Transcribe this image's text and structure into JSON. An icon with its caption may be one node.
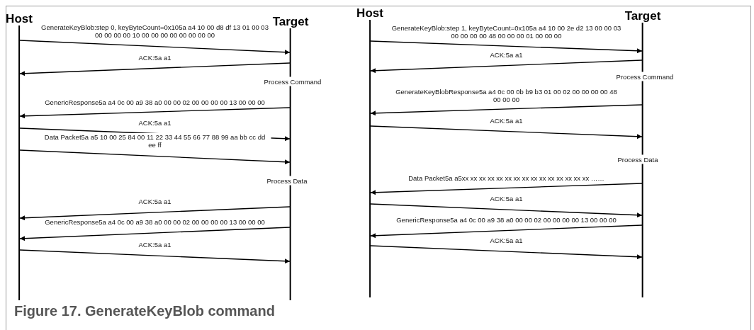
{
  "diagram": {
    "caption": "Figure 17.  GenerateKeyBlob command",
    "nodes": [
      {
        "text": [
          "Host"
        ]
      },
      {
        "text": [
          "Target"
        ]
      },
      {
        "text": [
          "Host"
        ]
      },
      {
        "text": [
          "Target"
        ]
      }
    ],
    "edges": [
      {
        "from": 0,
        "to": 1,
        "arrow": "to",
        "label": "GenerateKeyBlob:step 0, keyByteCount=0x105a a4 10 00 d8 df 13 01 00 03 00 00 00 00 10 00 00 00 00 00 00 00 00"
      },
      {
        "from": 1,
        "to": 0,
        "arrow": "to",
        "label": "ACK:5a a1"
      },
      {
        "from": 1,
        "to": 0,
        "arrow": "to",
        "label": "GenericResponse5a a4 0c 00 a9 38 a0 00 00 02 00 00 00 00 13 00 00 00"
      },
      {
        "from": 0,
        "to": 1,
        "arrow": "to",
        "label": "ACK:5a a1"
      },
      {
        "from": 0,
        "to": 1,
        "arrow": "to",
        "label": "Data Packet5a a5 10 00 25 84 00 11 22 33 44 55 66 77 88 99 aa bb cc dd ee ff"
      },
      {
        "from": 1,
        "to": 0,
        "arrow": "to",
        "label": "ACK:5a a1"
      },
      {
        "from": 1,
        "to": 0,
        "arrow": "to",
        "label": "GenericResponse5a a4 0c 00 a9 38 a0 00 00 02 00 00 00 00 13 00 00 00"
      },
      {
        "from": 0,
        "to": 1,
        "arrow": "to",
        "label": "ACK:5a a1"
      },
      {
        "from": 2,
        "to": 3,
        "arrow": "to",
        "label": "GenerateKeyBlob:step 1, keyByteCount=0x105a a4 10 00 2e d2 13 00 00 03 00 00 00 00 48 00 00 00 01 00 00 00"
      },
      {
        "from": 3,
        "to": 2,
        "arrow": "to",
        "label": "ACK:5a a1"
      },
      {
        "from": 3,
        "to": 2,
        "arrow": "to",
        "label": "GenerateKeyBlobResponse5a a4 0c 00 0b b9 b3 01 00 02 00 00 00 00 48 00 00 00"
      },
      {
        "from": 2,
        "to": 3,
        "arrow": "to",
        "label": "ACK:5a a1"
      },
      {
        "from": 3,
        "to": 2,
        "arrow": "to",
        "label": "Data Packet5a a5xx xx xx xx xx xx xx xx xx xx xx xx xx xx xx ……"
      },
      {
        "from": 2,
        "to": 3,
        "arrow": "to",
        "label": "ACK:5a a1"
      },
      {
        "from": 3,
        "to": 2,
        "arrow": "to",
        "label": "GenericResponse5a a4 0c 00 a9 38 a0 00 00 02 00 00 00 00 13 00 00 00"
      },
      {
        "from": 2,
        "to": 3,
        "arrow": "to",
        "label": "ACK:5a a1"
      }
    ],
    "labels": [
      "Process Command",
      "Process Data",
      "Process Command",
      "Process Data"
    ]
  }
}
